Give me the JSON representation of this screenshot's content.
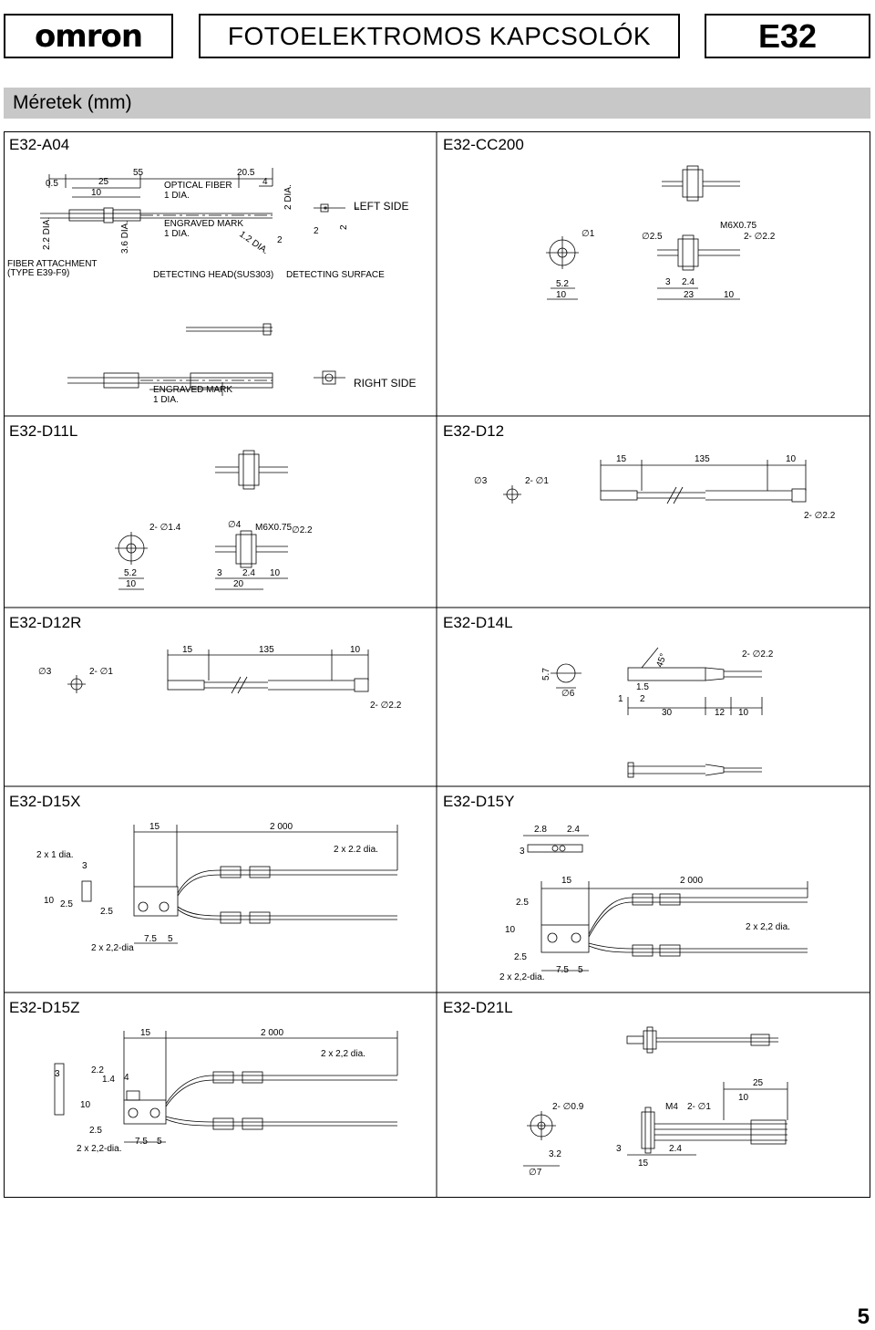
{
  "header": {
    "logo": "omron",
    "title": "FOTOELEKTROMOS KAPCSOLÓK",
    "code": "E32"
  },
  "section": {
    "title": "Méretek (mm)"
  },
  "panels": [
    {
      "label": "E32-A04"
    },
    {
      "label": "E32-CC200"
    },
    {
      "label": "E32-D11L"
    },
    {
      "label": "E32-D12"
    },
    {
      "label": "E32-D12R"
    },
    {
      "label": "E32-D14L"
    },
    {
      "label": "E32-D15X"
    },
    {
      "label": "E32-D15Y"
    },
    {
      "label": "E32-D15Z"
    },
    {
      "label": "E32-D21L"
    }
  ],
  "a04": {
    "dims": [
      "0.5",
      "25",
      "55",
      "20.5",
      "10",
      "4",
      "2 DIA.",
      "2.2 DIA.",
      "3.6 DIA.",
      "1.2 DIA.",
      "2",
      "2",
      "2"
    ],
    "labels": [
      "OPTICAL FIBER",
      "1 DIA.",
      "ENGRAVED MARK",
      "1 DIA.",
      "LEFT SIDE",
      "FIBER ATTACHMENT",
      "(TYPE E39-F9)",
      "DETECTING HEAD(SUS303)",
      "DETECTING SURFACE",
      "RIGHT SIDE",
      "ENGRAVED MARK",
      "1 DIA."
    ]
  },
  "cc200": {
    "dims": [
      "∅1",
      "∅2.5",
      "M6X0.75",
      "2- ∅2.2",
      "5.2",
      "10",
      "3",
      "2.4",
      "23",
      "10"
    ]
  },
  "d11l": {
    "dims": [
      "2- ∅1.4",
      "∅4",
      "M6X0.75",
      "∅2.2",
      "5.2",
      "10",
      "3",
      "2.4",
      "10",
      "20"
    ]
  },
  "d12": {
    "dims": [
      "15",
      "135",
      "10",
      "∅3",
      "2- ∅1",
      "2- ∅2.2"
    ]
  },
  "d12r": {
    "dims": [
      "15",
      "135",
      "10",
      "∅3",
      "2- ∅1",
      "2- ∅2.2"
    ]
  },
  "d14l": {
    "dims": [
      "5.7",
      "∅6",
      "45°",
      "2- ∅2.2",
      "1.5",
      "1",
      "2",
      "30",
      "12",
      "10"
    ]
  },
  "d15x": {
    "dims": [
      "15",
      "2 000",
      "2 x 1 dia.",
      "3",
      "2 x 2.2 dia.",
      "10",
      "2.5",
      "2.5",
      "7.5",
      "5",
      "2 x 2,2-dia"
    ]
  },
  "d15y": {
    "dims": [
      "2.8",
      "2.4",
      "3",
      "15",
      "2 000",
      "2.5",
      "10",
      "2.5",
      "2 x 2,2 dia.",
      "2 x 2,2-dia.",
      "7.5",
      "5"
    ]
  },
  "d15z": {
    "dims": [
      "15",
      "2 000",
      "2 x 2,2 dia.",
      "3",
      "2.2",
      "1.4",
      "4",
      "10",
      "2.5",
      "2 x 2,2-dia.",
      "7.5",
      "5"
    ]
  },
  "d21l": {
    "dims": [
      "25",
      "10",
      "M4",
      "2- ∅1",
      "2- ∅0.9",
      "3.2",
      "∅7",
      "3",
      "2.4",
      "15"
    ]
  },
  "footer": {
    "page_number": "5"
  }
}
